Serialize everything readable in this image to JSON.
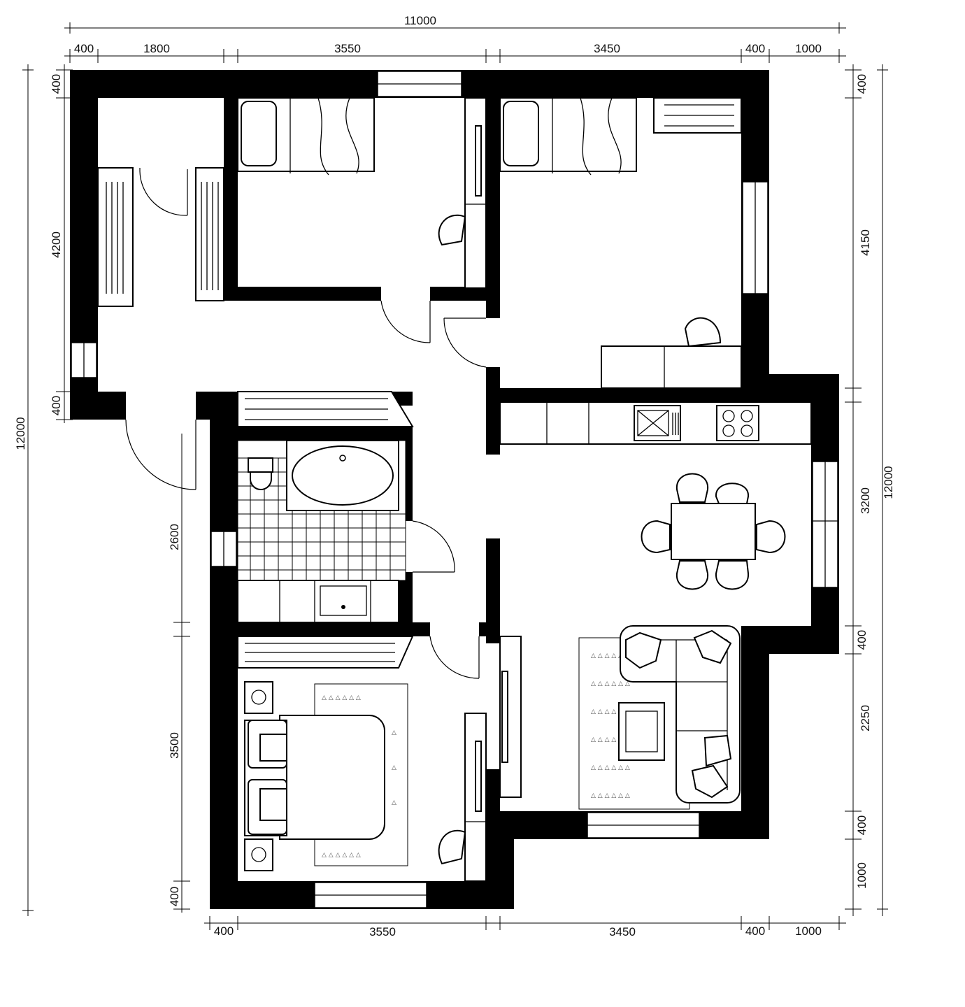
{
  "plan": {
    "top_dims": {
      "overall": "11000",
      "segments": [
        "400",
        "1800",
        "3550",
        "3450",
        "400",
        "1000"
      ]
    },
    "bottom_dims": {
      "segments": [
        "400",
        "3550",
        "3450",
        "400",
        "1000"
      ]
    },
    "left_outer": {
      "overall": "12000"
    },
    "left_inner": {
      "segments": [
        "400",
        "4200",
        "400",
        "2600",
        "3500",
        "400"
      ]
    },
    "right_inner": {
      "segments": [
        "400",
        "4150",
        "3200",
        "400",
        "2250",
        "400",
        "1000"
      ]
    },
    "right_outer": {
      "overall": "12000"
    }
  }
}
